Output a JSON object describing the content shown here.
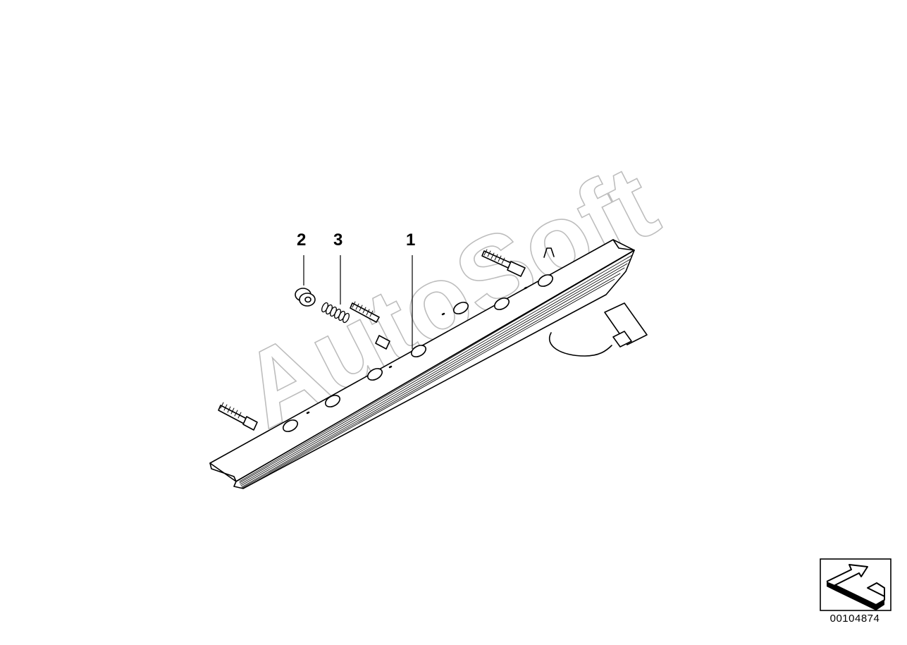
{
  "callouts": {
    "part_1": "1",
    "part_2": "2",
    "part_3": "3"
  },
  "diagram_id": "00104874",
  "watermark": "AutoSoft",
  "orientation_icon": "arrow-direction-icon",
  "colors": {
    "line": "#000000",
    "background": "#ffffff",
    "watermark_outline": "#bdbdbd"
  }
}
